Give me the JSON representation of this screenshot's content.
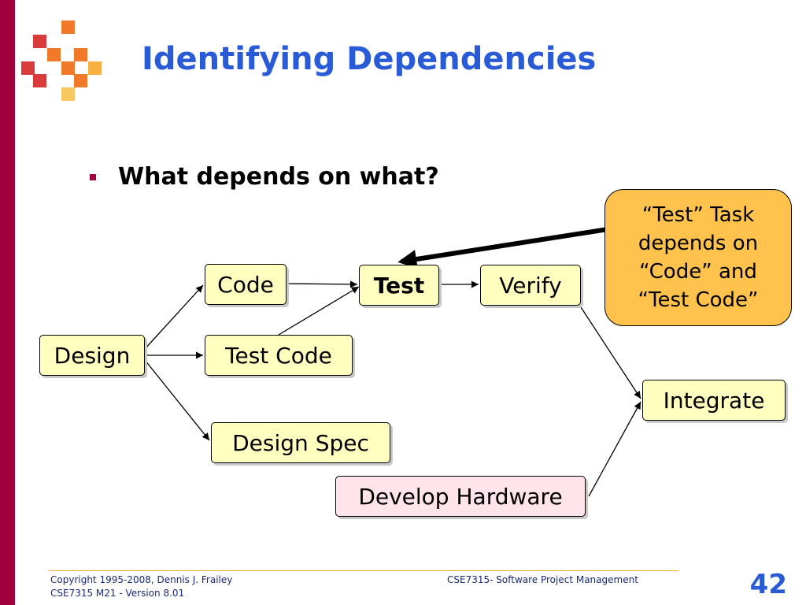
{
  "slide": {
    "title": "Identifying Dependencies",
    "bullet": "What depends on what?",
    "page_number": "42"
  },
  "nodes": {
    "design": "Design",
    "code": "Code",
    "test_code": "Test Code",
    "design_spec": "Design Spec",
    "test": "Test",
    "verify": "Verify",
    "integrate": "Integrate",
    "develop_hardware": "Develop Hardware"
  },
  "callout": {
    "line1": "“Test” Task",
    "line2": "depends on",
    "line3": "“Code” and",
    "line4": "“Test Code”"
  },
  "footer": {
    "copyright": "Copyright 1995-2008, Dennis J. Frailey",
    "version": "CSE7315 M21 - Version 8.01",
    "course": "CSE7315- Software Project Management"
  },
  "colors": {
    "title": "#2a5bd7",
    "accent_bar": "#a0003c",
    "task_fill": "#ffffc0",
    "hardware_fill": "#ffe4ec",
    "callout_fill": "#ffc34d"
  }
}
